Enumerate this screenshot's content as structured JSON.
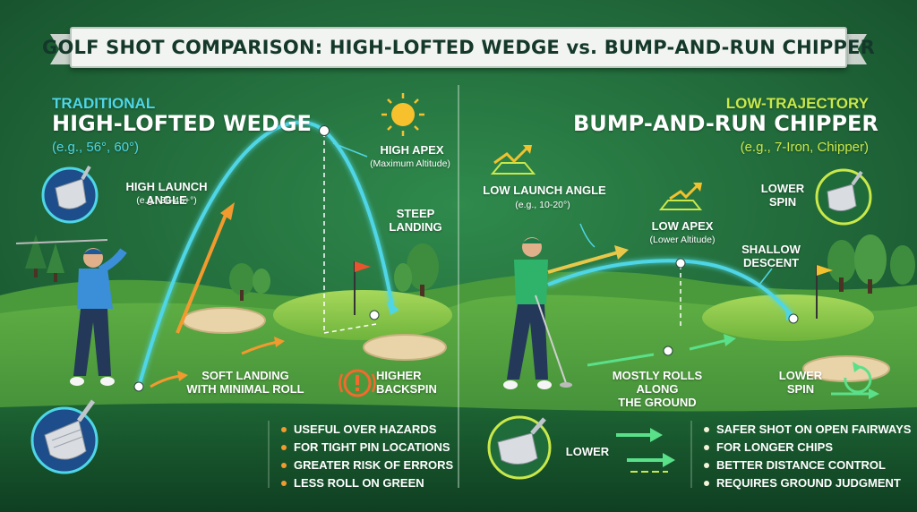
{
  "title": "GOLF SHOT COMPARISON: HIGH-LOFTED WEDGE vs. BUMP-AND-RUN CHIPPER",
  "colors": {
    "background": "#1f6b3a",
    "left_accent": "#4fd6e6",
    "right_accent": "#c9e84a",
    "orange_arrow": "#f29a2e",
    "green_arrow": "#5be08a"
  },
  "left": {
    "kicker": "TRADITIONAL",
    "heading": "HIGH-LOFTED WEDGE",
    "subheading": "(e.g., 56°, 60°)",
    "launch_angle": {
      "label": "HIGH LAUNCH ANGLE",
      "detail": "(e.g., 30-45+°)"
    },
    "apex": {
      "label": "HIGH APEX",
      "detail": "(Maximum Altitude)"
    },
    "landing": {
      "line1": "STEEP",
      "line2": "LANDING"
    },
    "soft_landing": {
      "line1": "SOFT LANDING",
      "line2": "WITH MINIMAL ROLL"
    },
    "backspin": {
      "line1": "HIGHER",
      "line2": "BACKSPIN"
    },
    "bullets": [
      "USEFUL OVER HAZARDS",
      "FOR TIGHT PIN LOCATIONS",
      "GREATER RISK OF ERRORS",
      "LESS ROLL ON GREEN"
    ],
    "icons": [
      "wedge-head-icon",
      "sun-icon",
      "warning-icon",
      "wedge-face-icon"
    ]
  },
  "right": {
    "kicker": "LOW-TRAJECTORY",
    "heading": "BUMP-AND-RUN CHIPPER",
    "subheading": "(e.g., 7-Iron, Chipper)",
    "launch_angle": {
      "label": "LOW LAUNCH ANGLE",
      "detail": "(e.g., 10-20°)"
    },
    "apex": {
      "label": "LOW APEX",
      "detail": "(Lower Altitude)"
    },
    "spin_top": {
      "line1": "LOWER",
      "line2": "SPIN"
    },
    "descent": {
      "line1": "SHALLOW",
      "line2": "DESCENT"
    },
    "rolls": {
      "line1": "MOSTLY ROLLS ALONG",
      "line2": "THE GROUND"
    },
    "spin_bottom": {
      "line1": "LOWER",
      "line2": "SPIN"
    },
    "lower": "LOWER",
    "bullets": [
      "SAFER SHOT ON OPEN FAIRWAYS",
      "FOR LONGER CHIPS",
      "BETTER DISTANCE CONTROL",
      "REQUIRES GROUND JUDGMENT"
    ],
    "icons": [
      "iron-head-icon",
      "low-angle-icon",
      "low-apex-icon",
      "iron-face-icon",
      "spin-icon"
    ]
  }
}
